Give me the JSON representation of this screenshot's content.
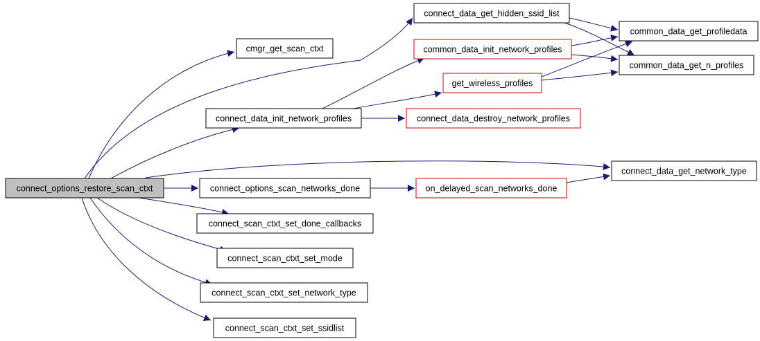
{
  "colors": {
    "edge": "#191970",
    "border_default": "#000000",
    "border_truncated": "#cc0000",
    "root_fill": "#bfbfbf",
    "node_fill": "#ffffff"
  },
  "nodes": [
    {
      "id": "root",
      "label": "connect_options_restore_scan_ctxt",
      "style": "root"
    },
    {
      "id": "cmgr",
      "label": "cmgr_get_scan_ctxt",
      "style": "normal"
    },
    {
      "id": "hidden",
      "label": "connect_data_get_hidden_ssid_list",
      "style": "normal"
    },
    {
      "id": "cd_init_np",
      "label": "common_data_init_network_profiles",
      "style": "truncated"
    },
    {
      "id": "profiledata",
      "label": "common_data_get_profiledata",
      "style": "normal"
    },
    {
      "id": "n_profiles",
      "label": "common_data_get_n_profiles",
      "style": "normal"
    },
    {
      "id": "wireless",
      "label": "get_wireless_profiles",
      "style": "truncated"
    },
    {
      "id": "conn_init_np",
      "label": "connect_data_init_network_profiles",
      "style": "normal"
    },
    {
      "id": "destroy",
      "label": "connect_data_destroy_network_profiles",
      "style": "truncated"
    },
    {
      "id": "nettype",
      "label": "connect_data_get_network_type",
      "style": "normal"
    },
    {
      "id": "scan_done",
      "label": "connect_options_scan_networks_done",
      "style": "normal"
    },
    {
      "id": "delayed",
      "label": "on_delayed_scan_networks_done",
      "style": "truncated"
    },
    {
      "id": "set_cb",
      "label": "connect_scan_ctxt_set_done_callbacks",
      "style": "normal"
    },
    {
      "id": "set_mode",
      "label": "connect_scan_ctxt_set_mode",
      "style": "normal"
    },
    {
      "id": "set_nettype",
      "label": "connect_scan_ctxt_set_network_type",
      "style": "normal"
    },
    {
      "id": "set_ssid",
      "label": "connect_scan_ctxt_set_ssidlist",
      "style": "normal"
    }
  ],
  "edges": [
    {
      "from": "root",
      "to": "cmgr"
    },
    {
      "from": "root",
      "to": "hidden"
    },
    {
      "from": "root",
      "to": "conn_init_np"
    },
    {
      "from": "root",
      "to": "nettype"
    },
    {
      "from": "root",
      "to": "scan_done"
    },
    {
      "from": "root",
      "to": "set_cb"
    },
    {
      "from": "root",
      "to": "set_mode"
    },
    {
      "from": "root",
      "to": "set_nettype"
    },
    {
      "from": "root",
      "to": "set_ssid"
    },
    {
      "from": "hidden",
      "to": "profiledata"
    },
    {
      "from": "hidden",
      "to": "n_profiles"
    },
    {
      "from": "cd_init_np",
      "to": "profiledata"
    },
    {
      "from": "cd_init_np",
      "to": "n_profiles"
    },
    {
      "from": "wireless",
      "to": "profiledata"
    },
    {
      "from": "wireless",
      "to": "n_profiles"
    },
    {
      "from": "conn_init_np",
      "to": "cd_init_np"
    },
    {
      "from": "conn_init_np",
      "to": "wireless"
    },
    {
      "from": "conn_init_np",
      "to": "destroy"
    },
    {
      "from": "scan_done",
      "to": "delayed"
    },
    {
      "from": "delayed",
      "to": "nettype"
    }
  ]
}
